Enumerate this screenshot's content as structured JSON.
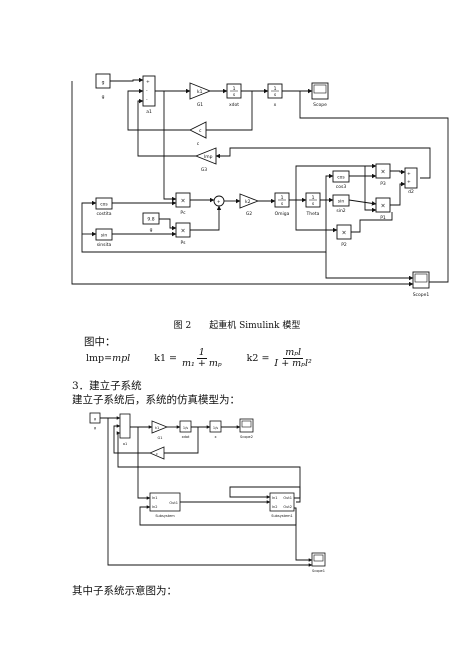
{
  "diagram1": {
    "blocks": {
      "const_g_value": "g",
      "const_g_name": "g",
      "sum1_name": "a1",
      "gain1_value": "k1",
      "gain1_name": "G1",
      "int_xdot_value_num": "1",
      "int_xdot_value_den": "s",
      "int_xdot_name": "xdot",
      "int_x_value_num": "1",
      "int_x_value_den": "s",
      "int_x_name": "x",
      "scope_name": "Scope",
      "gain_c_value": "c",
      "gain_c_name": "c",
      "gain_lmp_value": "lmp",
      "gain_lmp_name": "G3",
      "cos1_value": "cos",
      "cos1_name": "costita",
      "sin1_value": "sin",
      "sin1_name": "sinsita",
      "prod_pc_name": "Pc",
      "const_g2_value": "9.8",
      "const_g2_name": "g",
      "prod_ps_name": "Ps",
      "gain2_value": "k2",
      "gain2_name": "G2",
      "int_omiga_value_num": "1",
      "int_omiga_value_den": "s",
      "int_omiga_name": "Omiga",
      "int_theta_value_num": "1",
      "int_theta_value_den": "s",
      "int_theta_name": "Theta",
      "cos2_value": "cos",
      "cos2_name": "cos3",
      "sin2_value": "sin",
      "sin2_name": "sin2",
      "prod_p3_name": "P3",
      "prod_p1_name": "P1",
      "prod_p2_name": "P2",
      "sum_d2_name": "d2",
      "scope1_name": "Scope1"
    }
  },
  "caption": "图 2　　起重机 Simulink 模型",
  "text_fig_note": "图中：",
  "formula": {
    "lmp_lhs": "lmp=",
    "lmp_rhs": "mpl",
    "k1_lhs": "k1 =",
    "k1_num": "1",
    "k1_den": "m₁ + mₚ",
    "k2_lhs": "k2 =",
    "k2_num": "mₚl",
    "k2_den": "I + mₚl²"
  },
  "heading_3": "3．建立子系统",
  "text_after_subsys": "建立子系统后，系统的仿真模型为：",
  "diagram2": {
    "blocks": {
      "const_value": "g",
      "const_name": "g",
      "sum_name": "a1",
      "gain_value": "k1",
      "gain_name": "G1",
      "int1_name": "xdot",
      "int2_name": "x",
      "scope2_name": "Scope2",
      "gain_c_value": "c",
      "subsys_in1": "In1",
      "subsys_in2": "In2",
      "subsys_out1": "Out1",
      "subsys_name": "Subsystem",
      "subsys1_in1": "In1",
      "subsys1_in2": "In2",
      "subsys1_out1": "Out1",
      "subsys1_out2": "Out2",
      "subsys1_name": "Subsystem1",
      "scope1_name": "Scope1"
    }
  },
  "text_final": "其中子系统示意图为："
}
